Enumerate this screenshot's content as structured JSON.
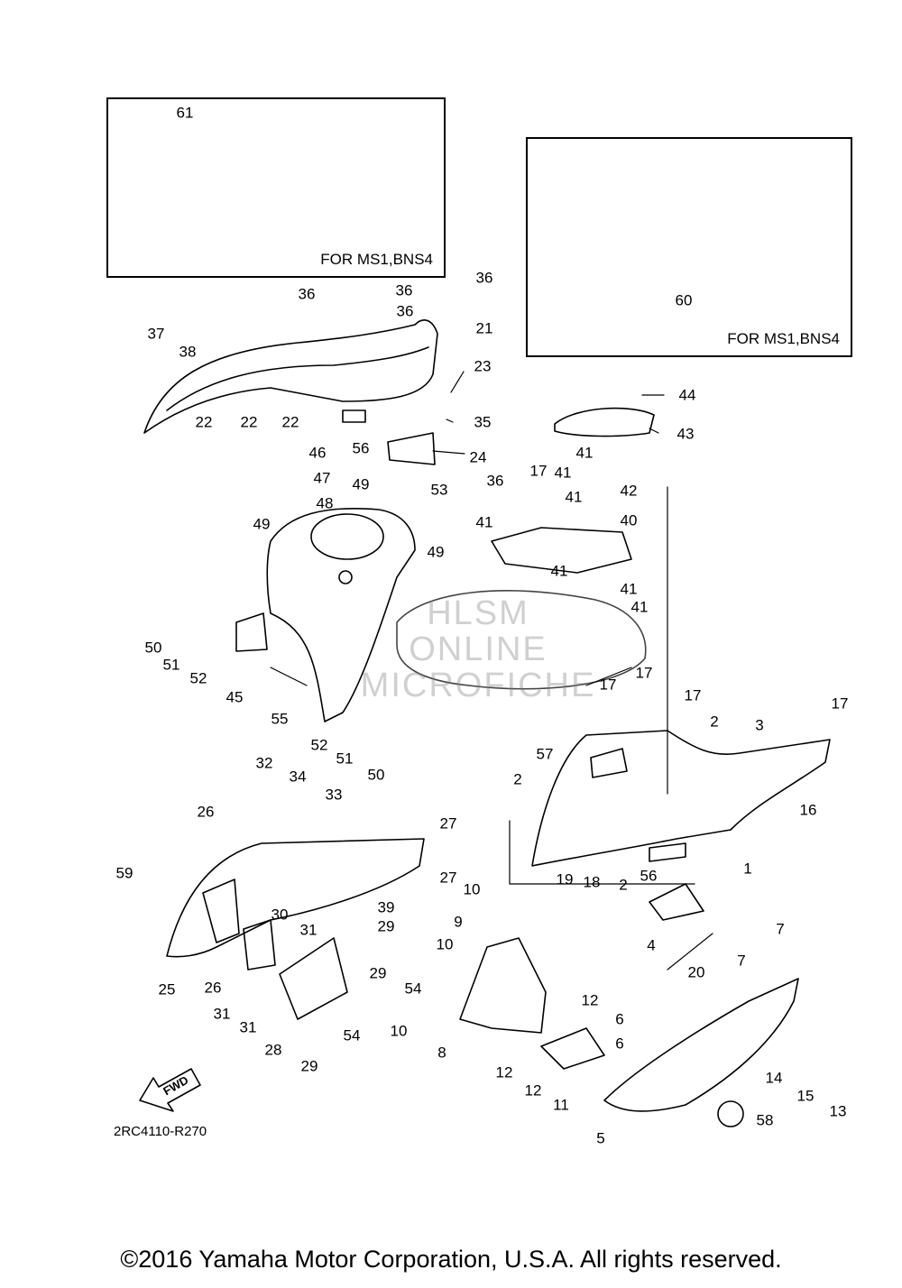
{
  "diagram": {
    "inset_a": {
      "label": "FOR MS1,BNS4",
      "part": "61"
    },
    "inset_b": {
      "label": "FOR MS1,BNS4",
      "part": "60"
    },
    "callouts": [
      "61",
      "60",
      "36",
      "36",
      "36",
      "36",
      "21",
      "37",
      "38",
      "22",
      "22",
      "22",
      "23",
      "35",
      "56",
      "24",
      "44",
      "43",
      "46",
      "47",
      "48",
      "49",
      "53",
      "49",
      "49",
      "41",
      "36",
      "17",
      "41",
      "41",
      "42",
      "40",
      "41",
      "41",
      "41",
      "41",
      "50",
      "51",
      "52",
      "45",
      "55",
      "52",
      "51",
      "50",
      "17",
      "17",
      "17",
      "2",
      "3",
      "17",
      "57",
      "2",
      "16",
      "19",
      "18",
      "2",
      "56",
      "1",
      "4",
      "32",
      "34",
      "33",
      "26",
      "27",
      "27",
      "59",
      "39",
      "30",
      "31",
      "29",
      "25",
      "26",
      "31",
      "31",
      "28",
      "29",
      "54",
      "29",
      "10",
      "9",
      "10",
      "54",
      "10",
      "8",
      "12",
      "6",
      "12",
      "6",
      "12",
      "11",
      "20",
      "7",
      "7",
      "14",
      "15",
      "13",
      "5",
      "58"
    ],
    "code": "2RC4110-R270",
    "fwd_label": "FWD",
    "watermark": [
      "HLSM",
      "ONLINE",
      "MICROFICHE"
    ]
  },
  "footer": {
    "copyright": "©2016 Yamaha Motor Corporation, U.S.A. All rights reserved."
  }
}
